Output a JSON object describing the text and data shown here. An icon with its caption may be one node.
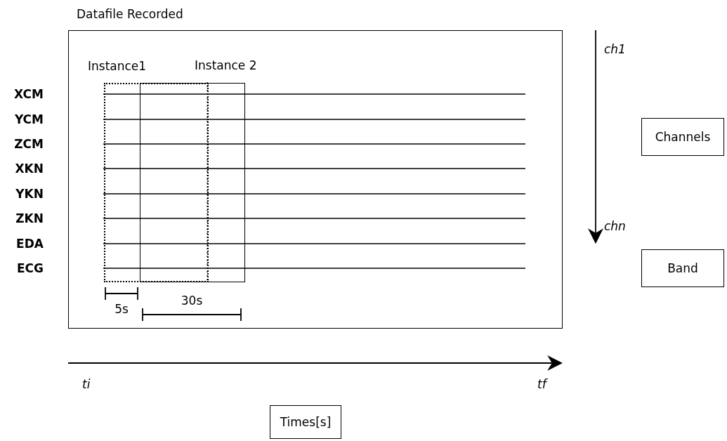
{
  "diagram": {
    "nodes": [
      {
        "text": [
          "Datafile Recorded"
        ]
      },
      {
        "text": [
          "Instance1"
        ],
        "in": 0
      },
      {
        "text": [
          "Instance 2"
        ],
        "in": 0
      },
      {
        "text": [
          "Channels"
        ]
      },
      {
        "text": [
          "Band"
        ]
      },
      {
        "text": [
          "Times[s]"
        ]
      }
    ],
    "labels": [
      "XCM",
      "YCM",
      "ZCM",
      "XKN",
      "YKN",
      "ZKN",
      "EDA",
      "ECG",
      "5s",
      "30s",
      "ti",
      "tf",
      "ch1",
      "chn"
    ]
  }
}
